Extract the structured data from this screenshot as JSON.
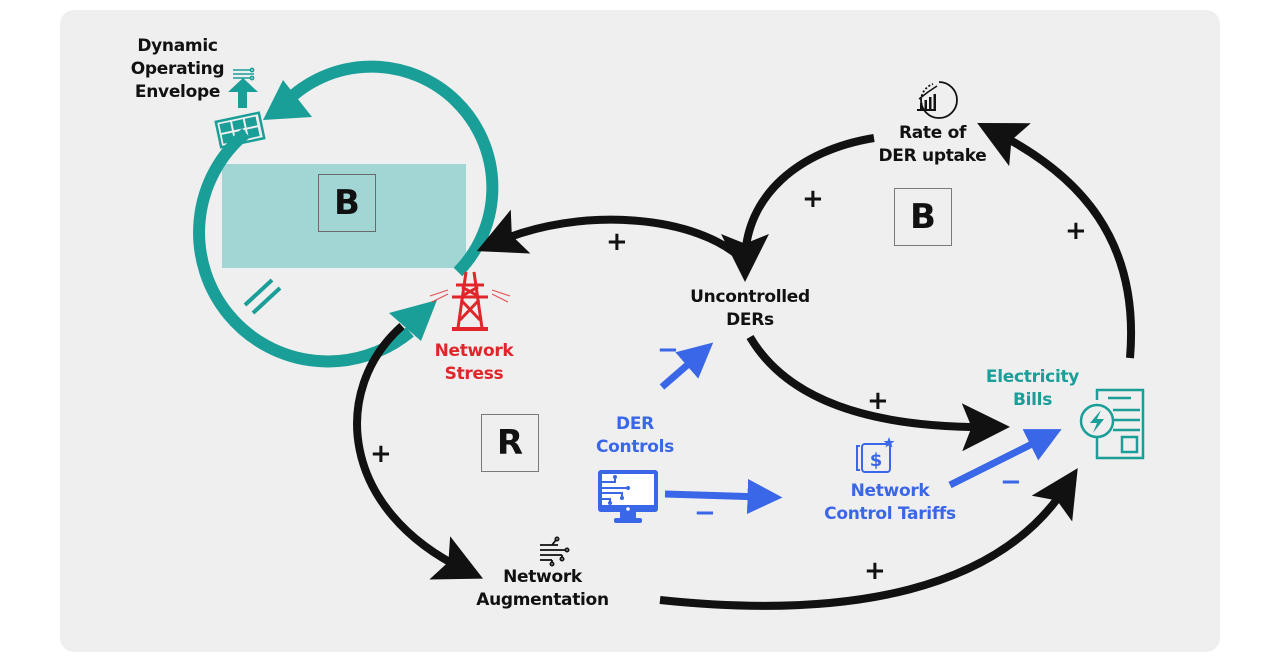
{
  "diagram": {
    "type": "causal-loop-diagram",
    "colors": {
      "background": "#efefef",
      "teal": "#1a9e98",
      "teal_band": "#a2d6d5",
      "red": "#e0262b",
      "blue": "#3a66e8",
      "black": "#111111"
    },
    "nodes": {
      "doe": {
        "label_lines": [
          "Dynamic",
          "Operating",
          "Envelope"
        ],
        "icon": "solar-panel-upload-icon"
      },
      "network_stress": {
        "label_lines": [
          "Network",
          "Stress"
        ],
        "icon": "transmission-tower-icon"
      },
      "uncontrolled_ders": {
        "label_lines": [
          "Uncontrolled",
          "DERs"
        ]
      },
      "rate_der_uptake": {
        "label_lines": [
          "Rate of",
          "DER uptake"
        ],
        "icon": "growth-chart-cycle-icon"
      },
      "electricity_bills": {
        "label_lines": [
          "Electricity",
          "Bills"
        ],
        "icon": "electricity-bill-icon"
      },
      "der_controls": {
        "label_lines": [
          "DER",
          "Controls"
        ],
        "icon": "computer-circuit-icon"
      },
      "network_control_tariffs": {
        "label_lines": [
          "Network",
          "Control Tariffs"
        ],
        "icon": "dollar-tariff-icon"
      },
      "network_augmentation": {
        "label_lines": [
          "Network",
          "Augmentation"
        ],
        "icon": "circuit-lines-icon"
      }
    },
    "loops": [
      {
        "id": "balancing-doe",
        "label": "B"
      },
      {
        "id": "balancing-uptake",
        "label": "B"
      },
      {
        "id": "reinforcing",
        "label": "R"
      }
    ],
    "links": [
      {
        "from": "Network Stress",
        "to": "Dynamic Operating Envelope",
        "polarity": "",
        "delay": true
      },
      {
        "from": "Dynamic Operating Envelope",
        "to": "Network Stress",
        "polarity": ""
      },
      {
        "from": "Uncontrolled DERs",
        "to": "Network Stress",
        "polarity": "+"
      },
      {
        "from": "Rate of DER uptake",
        "to": "Uncontrolled DERs",
        "polarity": "+"
      },
      {
        "from": "Electricity Bills",
        "to": "Rate of DER uptake",
        "polarity": "+"
      },
      {
        "from": "Uncontrolled DERs",
        "to": "Electricity Bills",
        "polarity": "+"
      },
      {
        "from": "Network Stress",
        "to": "Network Augmentation",
        "polarity": "+"
      },
      {
        "from": "Network Augmentation",
        "to": "Electricity Bills",
        "polarity": "+"
      },
      {
        "from": "DER Controls",
        "to": "Uncontrolled DERs",
        "polarity": "−"
      },
      {
        "from": "DER Controls",
        "to": "Network Control Tariffs",
        "polarity": "−"
      },
      {
        "from": "Network Control Tariffs",
        "to": "Electricity Bills",
        "polarity": "−"
      }
    ],
    "signs": {
      "plus": "+",
      "minus": "−"
    }
  }
}
